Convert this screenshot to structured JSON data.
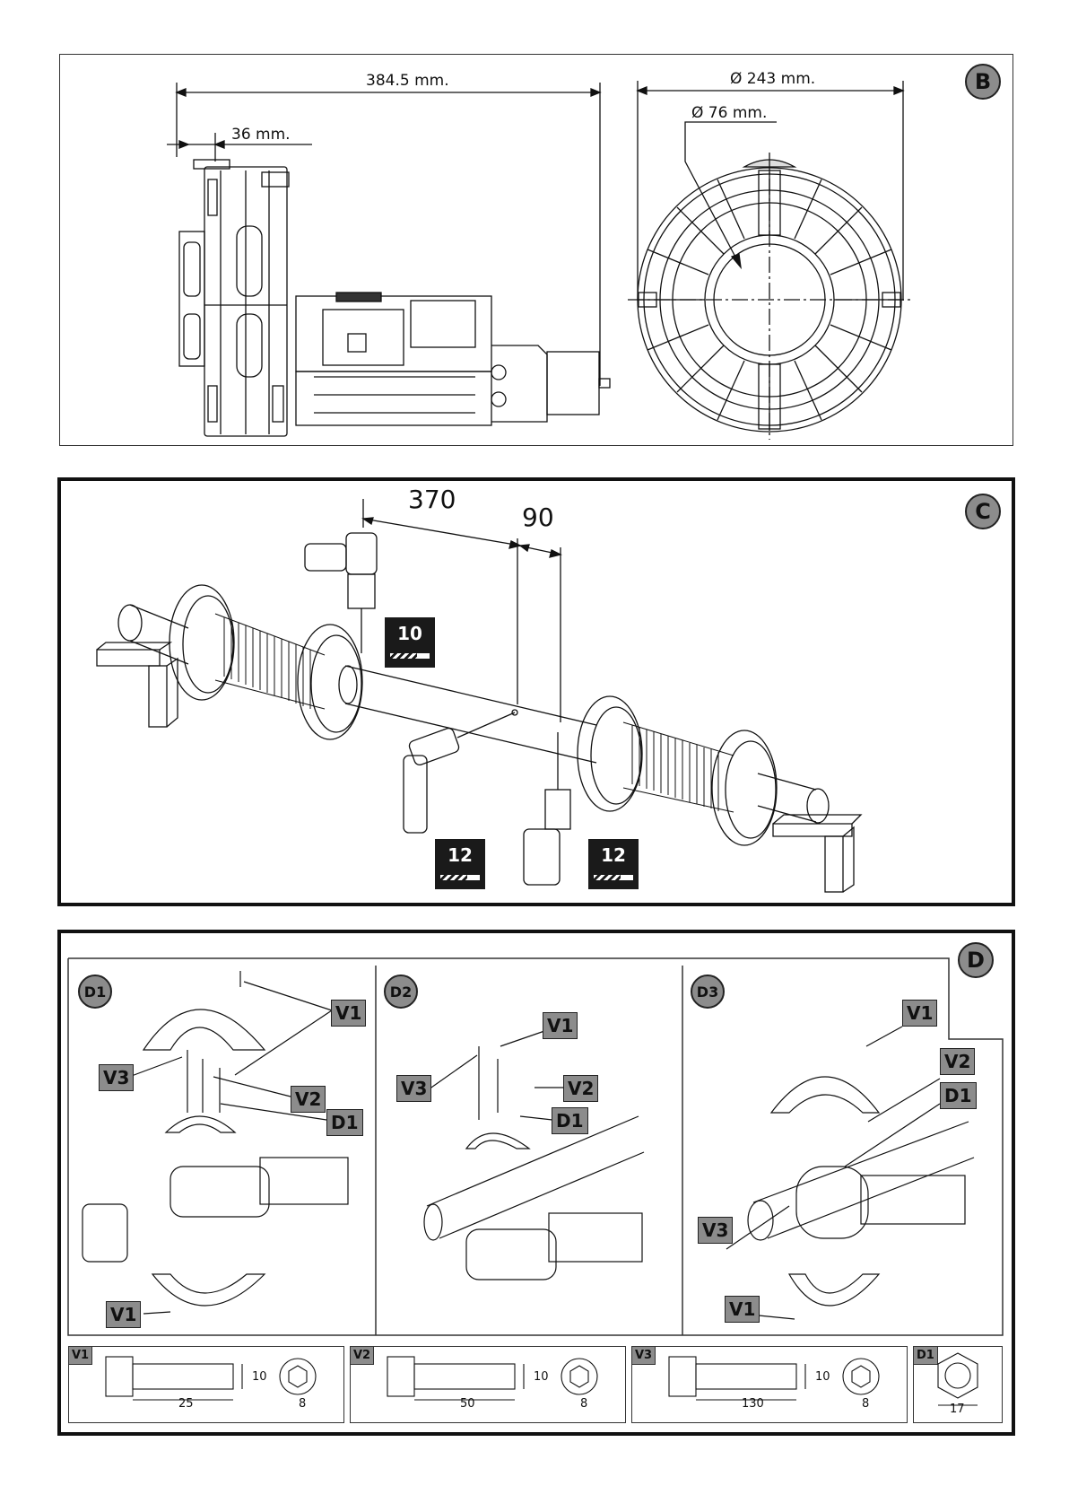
{
  "panels": {
    "b": {
      "label": "B",
      "dimensions": {
        "overall_length": "384.5 mm.",
        "flange_offset": "36 mm.",
        "outer_diameter": "Ø 243 mm.",
        "shaft_diameter": "Ø 76 mm."
      }
    },
    "c": {
      "label": "C",
      "dimensions": {
        "distance_a": "370",
        "distance_b": "90"
      },
      "drill_bits": [
        {
          "size": "10"
        },
        {
          "size": "12"
        },
        {
          "size": "12"
        }
      ]
    },
    "d": {
      "label": "D",
      "steps": [
        {
          "label": "D1",
          "tags": [
            "V1",
            "V3",
            "V2",
            "D1",
            "V1"
          ]
        },
        {
          "label": "D2",
          "tags": [
            "V1",
            "V3",
            "V2",
            "D1"
          ]
        },
        {
          "label": "D3",
          "tags": [
            "V1",
            "V2",
            "D1",
            "V3",
            "V1"
          ]
        }
      ],
      "parts": [
        {
          "tag": "V1",
          "length": "25",
          "diameter": "10",
          "key": "8"
        },
        {
          "tag": "V2",
          "length": "50",
          "diameter": "10",
          "key": "8"
        },
        {
          "tag": "V3",
          "length": "130",
          "diameter": "10",
          "key": "8"
        },
        {
          "tag": "D1",
          "key": "17"
        }
      ]
    }
  }
}
